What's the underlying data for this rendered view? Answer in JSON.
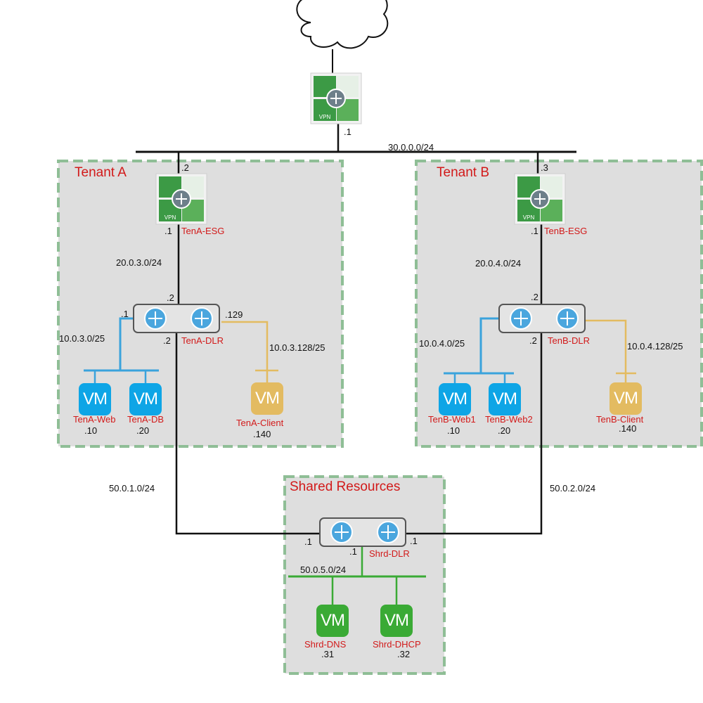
{
  "tenant_a": {
    "title": "Tenant A",
    "esg_label": "TenA-ESG",
    "dlr_label": "TenA-DLR",
    "uplink_ip": ".2",
    "esg_down_ip": ".1",
    "transit_net": "20.0.3.0/24",
    "dlr_up_ip": ".2",
    "dlr_left_ip": ".1",
    "dlr_right_ip": ".129",
    "dlr_down_ip": ".2",
    "web_net": "10.0.3.0/25",
    "client_net": "10.0.3.128/25",
    "vms": [
      {
        "name": "TenA-Web",
        "ip": ".10",
        "text": "VM"
      },
      {
        "name": "TenA-DB",
        "ip": ".20",
        "text": "VM"
      },
      {
        "name": "TenA-Client",
        "ip": ".140",
        "text": "VM"
      }
    ]
  },
  "tenant_b": {
    "title": "Tenant B",
    "esg_label": "TenB-ESG",
    "dlr_label": "TenB-DLR",
    "uplink_ip": ".3",
    "esg_down_ip": ".1",
    "transit_net": "20.0.4.0/24",
    "dlr_up_ip": ".2",
    "dlr_down_ip": ".2",
    "web_net": "10.0.4.0/25",
    "client_net": "10.0.4.128/25",
    "vms": [
      {
        "name": "TenB-Web1",
        "ip": ".10",
        "text": "VM"
      },
      {
        "name": "TenB-Web2",
        "ip": ".20",
        "text": "VM"
      },
      {
        "name": "TenB-Client",
        "ip": ".140",
        "text": "VM"
      }
    ]
  },
  "top": {
    "esg_ip": ".1",
    "network": "30.0.0.0/24"
  },
  "shared": {
    "title": "Shared Resources",
    "dlr_label": "Shrd-DLR",
    "left_ip": ".1",
    "right_ip": ".1",
    "down_ip": ".1",
    "net": "50.0.5.0/24",
    "link_a": "50.0.1.0/24",
    "link_b": "50.0.2.0/24",
    "vms": [
      {
        "name": "Shrd-DNS",
        "ip": ".31",
        "text": "VM"
      },
      {
        "name": "Shrd-DHCP",
        "ip": ".32",
        "text": "VM"
      }
    ]
  },
  "colors": {
    "zone_fill": "#dedede",
    "zone_border": "#8fbe96",
    "label_red": "#d21a1a",
    "vm_blue": "#0ea5e6",
    "vm_gold": "#e3bb61",
    "vm_green": "#3aaa35",
    "link_blue": "#3aa3dc",
    "link_gold": "#e3bb61",
    "link_green": "#3aaa35"
  },
  "icons": [
    "cloud-icon",
    "edge-gateway-icon",
    "router-icon",
    "vm-icon"
  ]
}
